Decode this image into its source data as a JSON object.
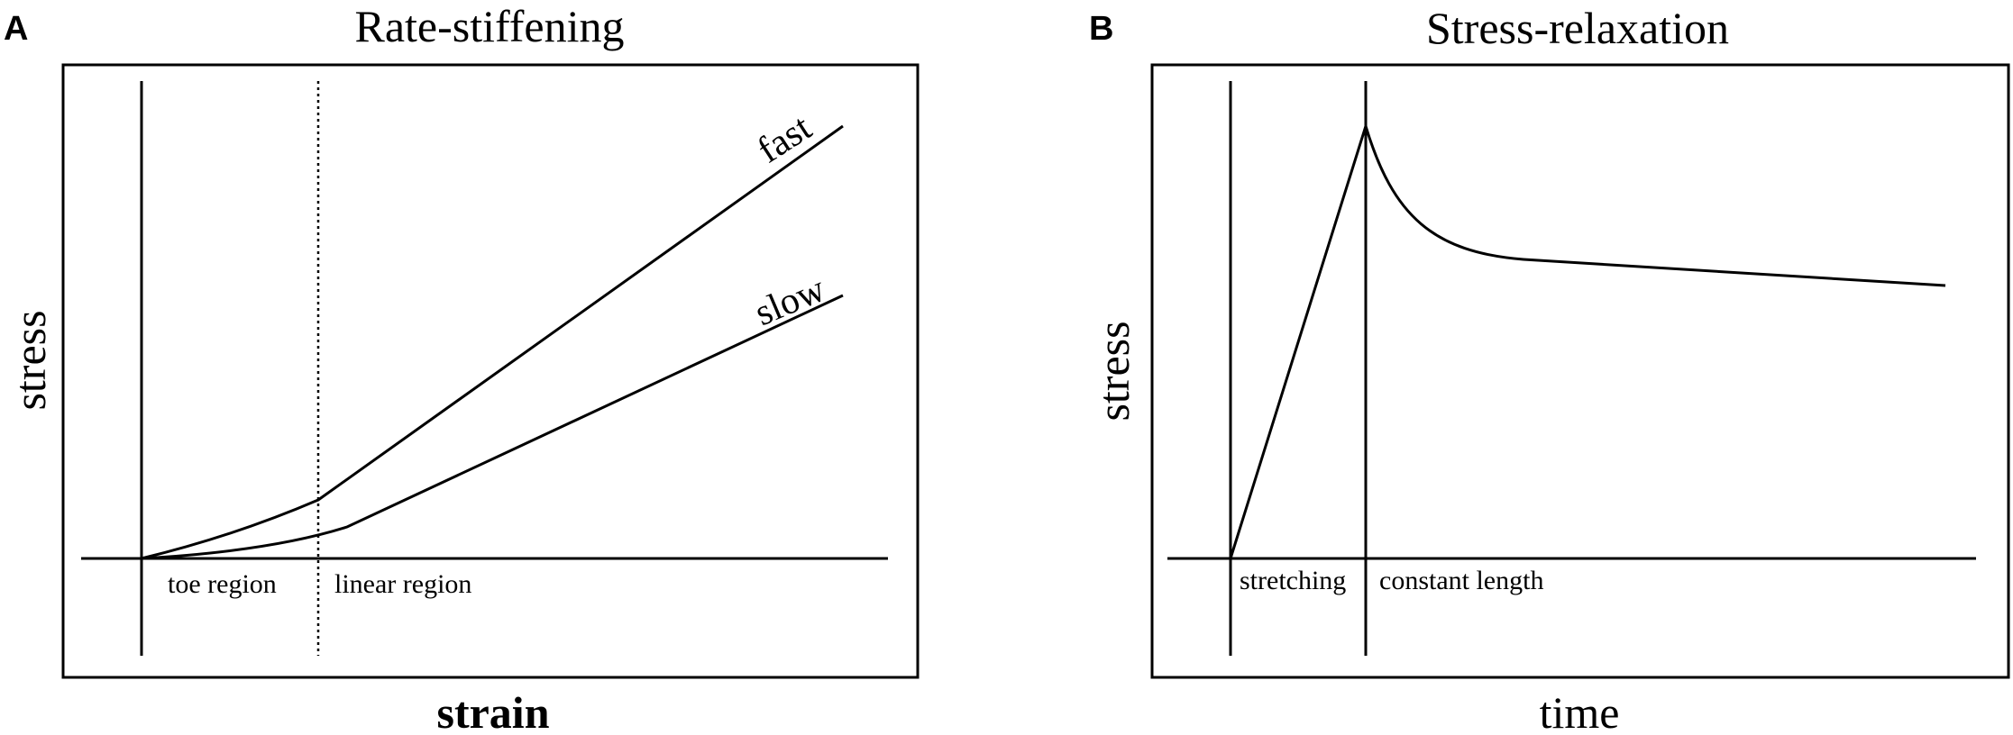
{
  "panels": {
    "a": {
      "letter": "A",
      "title": "Rate-stiffening",
      "x_label": "strain",
      "y_label": "stress",
      "regions": {
        "toe": "toe region",
        "linear": "linear region"
      },
      "curves": {
        "fast": "fast",
        "slow": "slow"
      }
    },
    "b": {
      "letter": "B",
      "title": "Stress-relaxation",
      "x_label": "time",
      "y_label": "stress",
      "regions": {
        "stretching": "stretching",
        "constant": "constant length"
      }
    }
  }
}
